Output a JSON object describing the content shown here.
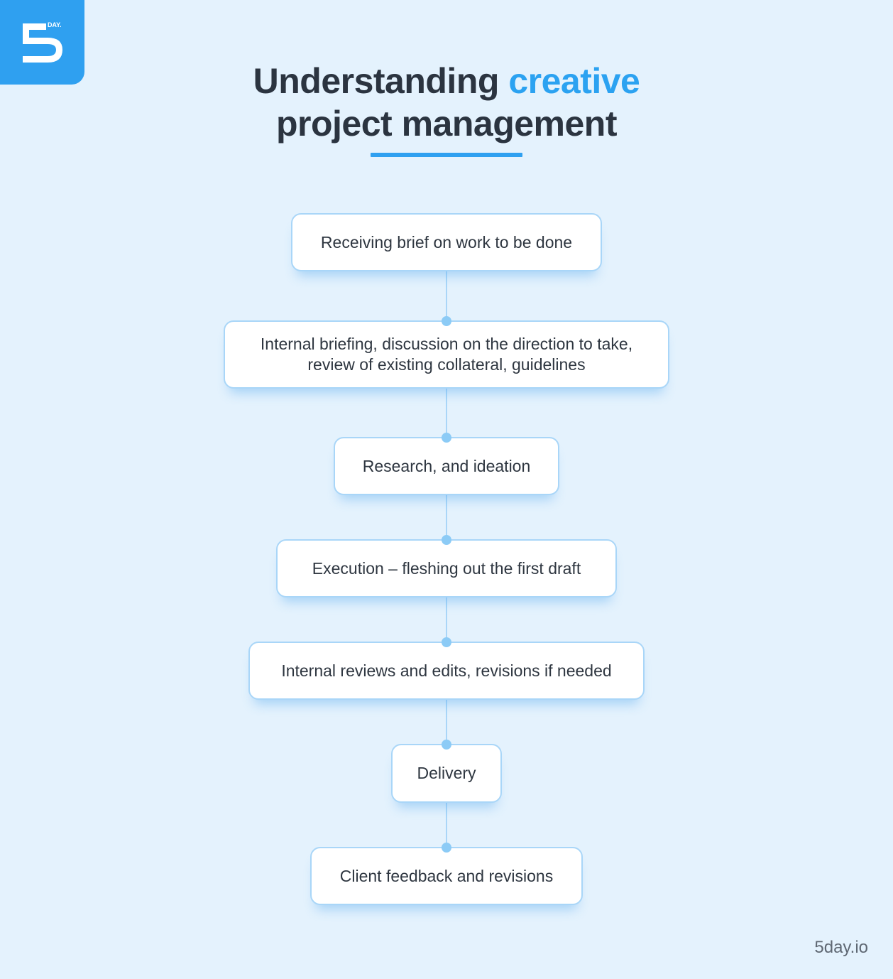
{
  "brand": {
    "logo_text": "DAY.",
    "accent_color": "#2fa0f0",
    "background_color": "#e4f2fd",
    "footer_url": "5day.io"
  },
  "header": {
    "title_part1": "Understanding",
    "title_accent": "creative",
    "title_line2": "project management"
  },
  "steps": [
    {
      "label": "Receiving brief on work to be done"
    },
    {
      "label": "Internal briefing, discussion on the direction to take,",
      "label_line2": "review of existing collateral, guidelines"
    },
    {
      "label": "Research, and ideation"
    },
    {
      "label": "Execution – fleshing out the first draft"
    },
    {
      "label": "Internal reviews and edits, revisions if needed"
    },
    {
      "label": "Delivery"
    },
    {
      "label": "Client feedback and revisions"
    }
  ]
}
